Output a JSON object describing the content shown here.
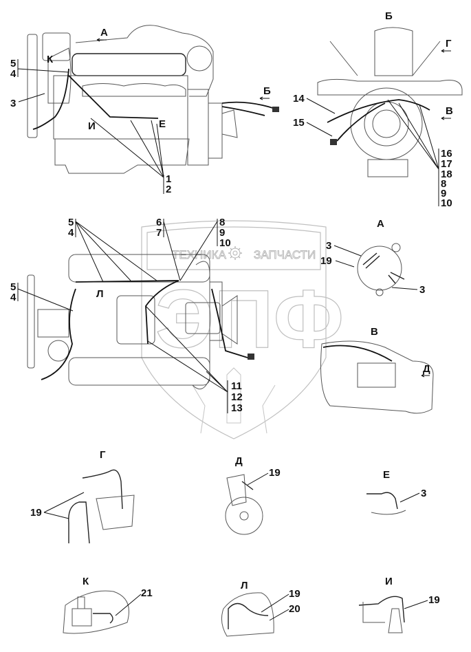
{
  "watermark": {
    "left_text": "ТЕХНИКА",
    "right_text": "ЗАПЧАСТИ",
    "logo_text": "ЭПФ",
    "icon": "gear-icon"
  },
  "side_view": {
    "view_arrows": [
      "А",
      "Б"
    ],
    "detail_markers": [
      "К",
      "И",
      "Е"
    ],
    "callouts": {
      "c54": [
        "5",
        "4"
      ],
      "c3": "3",
      "c12": [
        "1",
        "2"
      ]
    }
  },
  "front_view": {
    "title": "Б",
    "view_arrows": [
      "Г",
      "В"
    ],
    "callouts": {
      "c14": "14",
      "c15": "15",
      "stack": [
        "16",
        "17",
        "18",
        "8",
        "9",
        "10"
      ]
    }
  },
  "top_view": {
    "detail_markers": [
      "Л"
    ],
    "callouts": {
      "c54_top": [
        "5",
        "4"
      ],
      "c54_left": [
        "5",
        "4"
      ],
      "c67": [
        "6",
        "7"
      ],
      "c8910": [
        "8",
        "9",
        "10"
      ],
      "c111213": [
        "11",
        "12",
        "13"
      ]
    }
  },
  "detail_A": {
    "title": "А",
    "callouts": [
      "3",
      "19",
      "3"
    ]
  },
  "detail_V": {
    "title": "В",
    "view_arrow": "Д"
  },
  "detail_G": {
    "title": "Г",
    "callouts": [
      "19"
    ]
  },
  "detail_D": {
    "title": "Д",
    "callouts": [
      "19"
    ]
  },
  "detail_E": {
    "title": "Е",
    "callouts": [
      "3"
    ]
  },
  "detail_K": {
    "title": "К",
    "callouts": [
      "21"
    ]
  },
  "detail_L": {
    "title": "Л",
    "callouts": [
      "19",
      "20"
    ]
  },
  "detail_I": {
    "title": "И",
    "callouts": [
      "19"
    ]
  }
}
